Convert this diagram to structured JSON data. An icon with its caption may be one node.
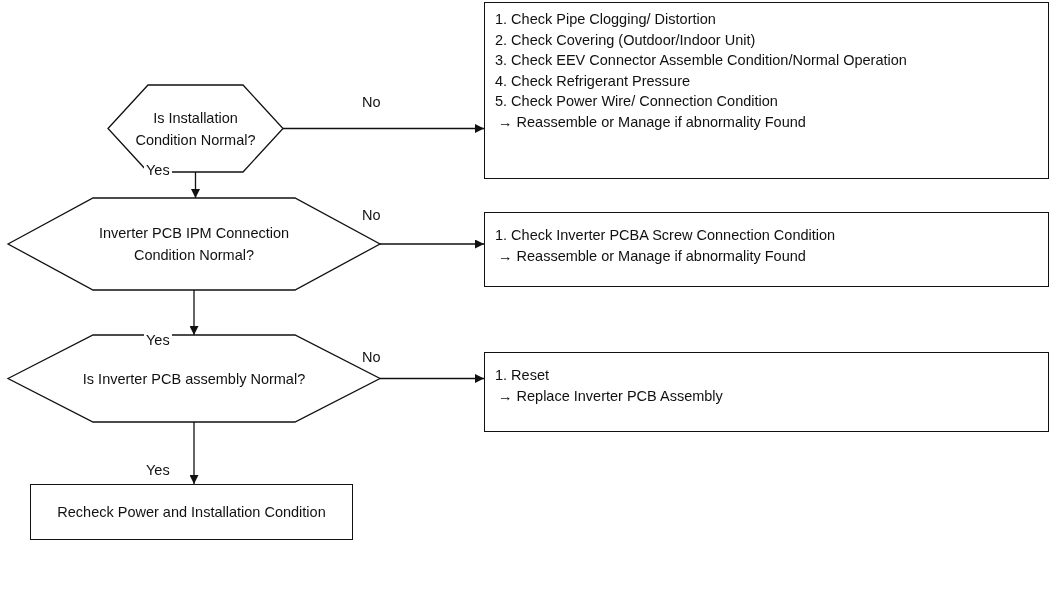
{
  "diagram": {
    "nodes": [
      {
        "text": [
          "Is Installation Condition Normal?"
        ]
      },
      {
        "text": [
          "1. Check Pipe Clogging/ Distortion",
          "2. Check Covering (Outdoor/Indoor Unit)",
          "3. Check EEV Connector Assemble Condition/Normal Operation",
          "4. Check Refrigerant Pressure",
          "5. Check Power Wire/ Connection Condition",
          "→ Reassemble or Manage if abnormality Found"
        ]
      },
      {
        "text": [
          "Inverter PCB IPM Connection Condition Normal?"
        ]
      },
      {
        "text": [
          "1. Check Inverter PCBA Screw Connection Condition",
          "→ Reassemble or Manage if abnormality Found"
        ]
      },
      {
        "text": [
          "Is Inverter PCB assembly Normal?"
        ]
      },
      {
        "text": [
          "1. Reset",
          "→ Replace Inverter PCB Assembly"
        ]
      },
      {
        "text": [
          "Recheck Power and Installation Condition"
        ]
      }
    ],
    "edges": [
      {
        "from": 0,
        "to": 1,
        "arrow": "to",
        "label": "No"
      },
      {
        "from": 0,
        "to": 2,
        "arrow": "to",
        "label": "Yes"
      },
      {
        "from": 2,
        "to": 3,
        "arrow": "to",
        "label": "No"
      },
      {
        "from": 2,
        "to": 4,
        "arrow": "to",
        "label": "Yes"
      },
      {
        "from": 4,
        "to": 5,
        "arrow": "to",
        "label": "No"
      },
      {
        "from": 4,
        "to": 6,
        "arrow": "to",
        "label": "Yes"
      }
    ]
  }
}
